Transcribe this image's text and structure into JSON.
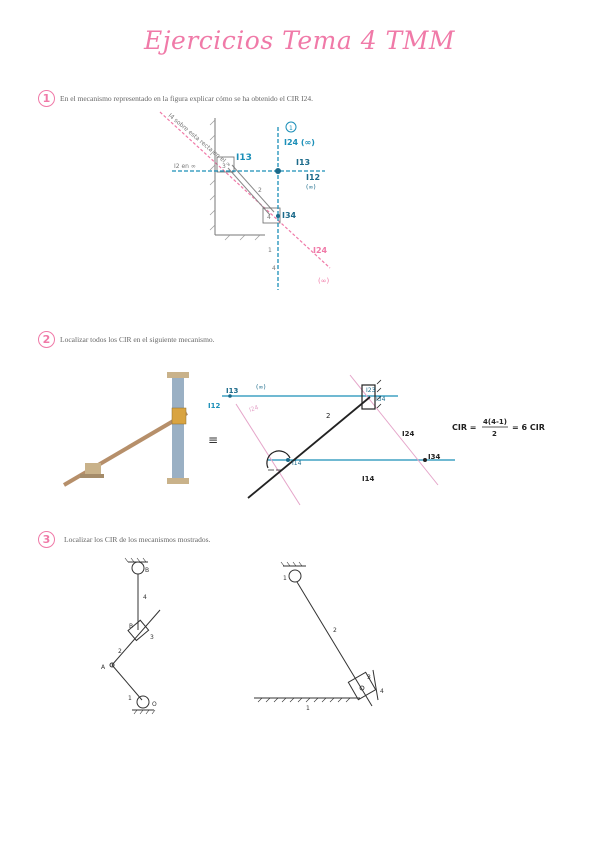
{
  "page": {
    "title": "Ejercicios Tema 4 TMM"
  },
  "exercises": [
    {
      "number": "1",
      "text": "En el mecanismo representado en la figura explicar cómo se ha obtenido el CIR I24."
    },
    {
      "number": "2",
      "text": "Localizar todos los CIR en el siguiente mecanismo."
    },
    {
      "number": "3",
      "text": "Localizar los CIR de los mecanismos mostrados."
    }
  ],
  "fig1": {
    "diag_label": "I4 sobre esta recta en el ∞",
    "horiz_label": "I2 en ∞",
    "i13": "I13",
    "i24_inf": "I24 (∞)",
    "i13b": "I13",
    "i12": "I12",
    "i12_inf": "(∞)",
    "i34": "I34",
    "i24": "I24",
    "i24_paren": "(∞)",
    "marker": "1",
    "l2": "2",
    "l3": "3",
    "l4": "4",
    "l1": "1",
    "l4b": "4"
  },
  "fig2": {
    "equals": "≡",
    "i13": "I13",
    "i13_inf": "(∞)",
    "i12": "I12",
    "i23": "I23",
    "i24": "I24",
    "i14": "I14",
    "i34": "I34",
    "i24_side": "I24",
    "l2": "2",
    "i14_bottom": "I14",
    "formula_left": "CIR =",
    "formula_num": "4(4-1)",
    "formula_den": "2",
    "formula_right": "= 6 CIR"
  },
  "fig3": {
    "b": "B",
    "l4": "4",
    "b2": "B",
    "l3": "3",
    "l2": "2",
    "a": "A",
    "o": "O",
    "l1": "1",
    "r1": "1",
    "r2": "2",
    "r3": "3",
    "r4": "4",
    "rground": "1"
  }
}
